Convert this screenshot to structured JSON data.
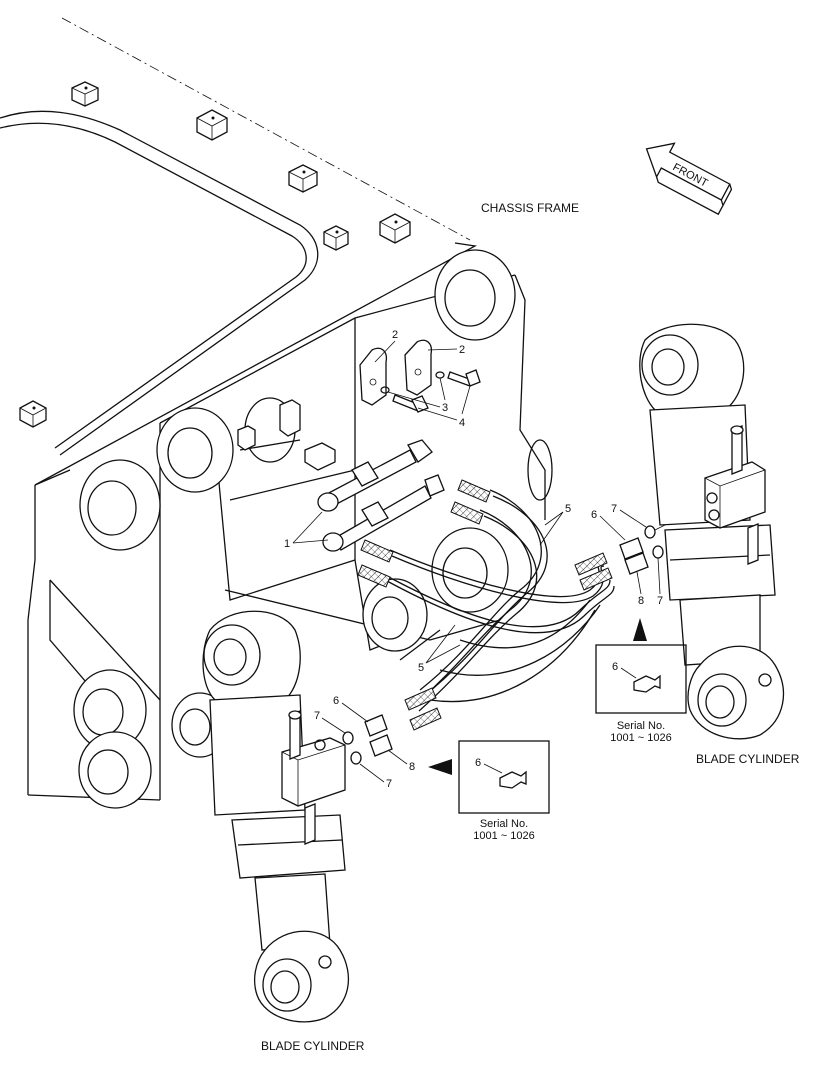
{
  "labels": {
    "chassis_frame": "CHASSIS FRAME",
    "front": "FRONT",
    "blade_cylinder_right": "BLADE CYLINDER",
    "blade_cylinder_left": "BLADE CYLINDER"
  },
  "callouts": {
    "c1": "1",
    "c2a": "2",
    "c2b": "2",
    "c3": "3",
    "c4": "4",
    "c5a": "5",
    "c5b": "5",
    "c6r": "6",
    "c7r1": "7",
    "c8r": "8",
    "c7r2": "7",
    "c6l": "6",
    "c7l1": "7",
    "c8l": "8",
    "c7l2": "7"
  },
  "detail_right": {
    "part": "6",
    "serial_label": "Serial No.",
    "serial_range": "1001 ~ 1026"
  },
  "detail_left": {
    "part": "6",
    "serial_label": "Serial No.",
    "serial_range": "1001 ~ 1026"
  }
}
